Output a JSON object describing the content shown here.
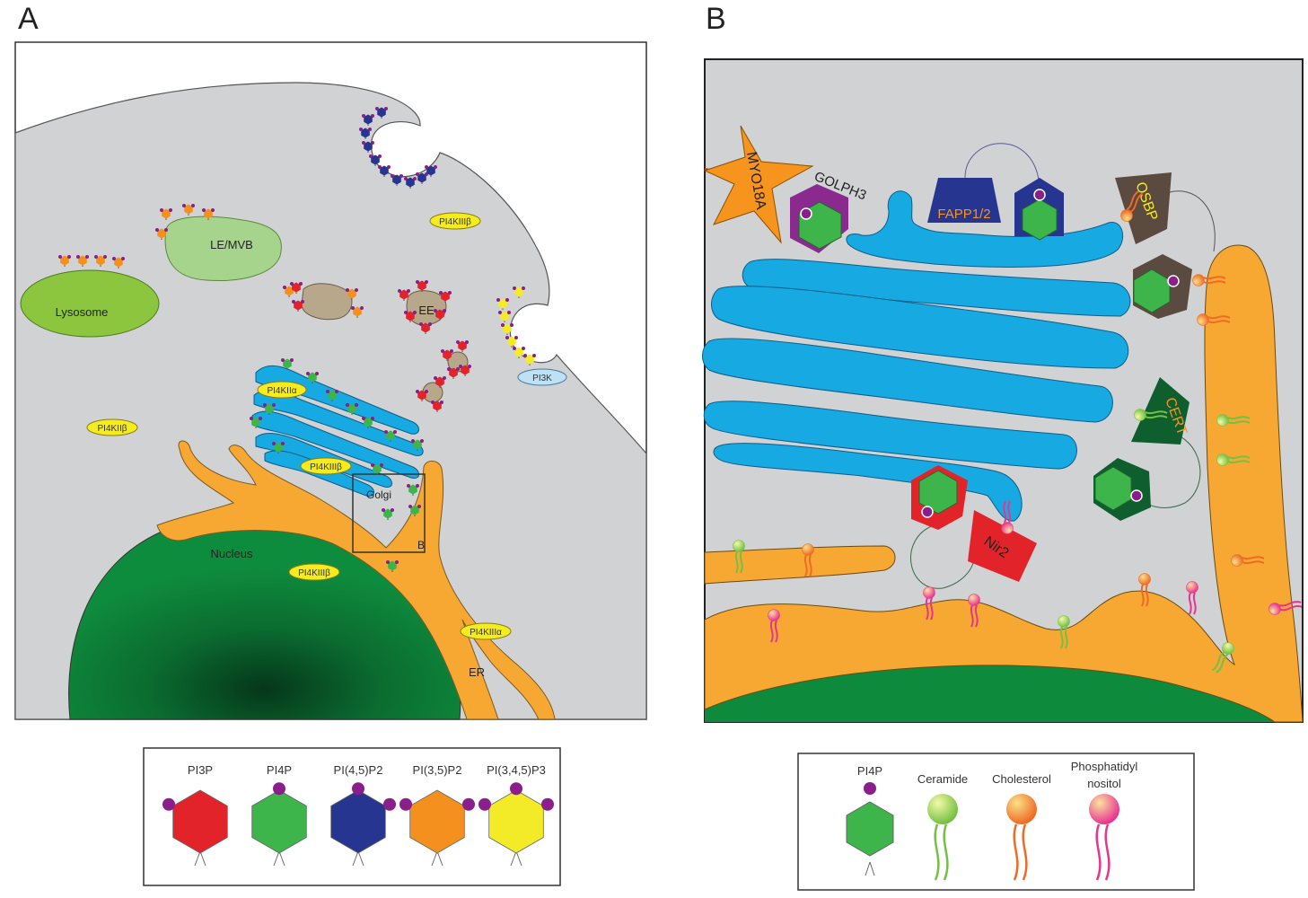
{
  "panels": {
    "a": {
      "letter": "A",
      "labels": {
        "lysosome": "Lysosome",
        "le_mvb": "LE/MVB",
        "ee": "EE",
        "golgi": "Golgi",
        "nucleus": "Nucleus",
        "er": "ER",
        "box_marker": "B",
        "pi3k": "PI3K",
        "pi4kiiib_pm": "PI4KIIIβ",
        "pi4kiib": "PI4KIIβ",
        "pi4kiia": "PI4KIIα",
        "pi4kiiib_golgi": "PI4KIIIβ",
        "pi4kiiib_nucleus": "PI4KIIIβ",
        "pi4kiiia": "PI4KIIIα"
      },
      "legend": [
        "PI3P",
        "PI4P",
        "PI(4,5)P2",
        "PI(3,5)P2",
        "PI(3,4,5)P3"
      ]
    },
    "b": {
      "letter": "B",
      "labels": {
        "myo18a": "MYO18A",
        "golph3": "GOLPH3",
        "fapp": "FAPP1/2",
        "osbp": "OSBP",
        "cert": "CERT",
        "nir2": "Nir2"
      },
      "legend": [
        "PI4P",
        "Ceramide",
        "Cholesterol",
        "Phosphatidyl",
        "nositol"
      ]
    }
  },
  "colors": {
    "cytoplasm": "#d1d2d4",
    "golgi": "#17a9e1",
    "er": "#f7a833",
    "nucleus": "#0d8a3c",
    "pi3p": "#e3232a",
    "pi4p": "#3db54a",
    "pi45p2": "#26358f",
    "pi35p2": "#f4901e",
    "pi345p3": "#f3eb28",
    "phosphate": "#8a1f8c",
    "enzyme_fill": "#f5ec1f",
    "pi3k_fill": "#bfe1f5",
    "lysosome": "#8cc63e",
    "lemvb": "#a6d48c",
    "endosome": "#b7a88c",
    "myo18a": "#f7941d",
    "golph3": "#8a2a8f",
    "fapp": "#26358f",
    "osbp": "#5a4a3f",
    "cert": "#0e5e2e",
    "nir2": "#e3232a"
  }
}
